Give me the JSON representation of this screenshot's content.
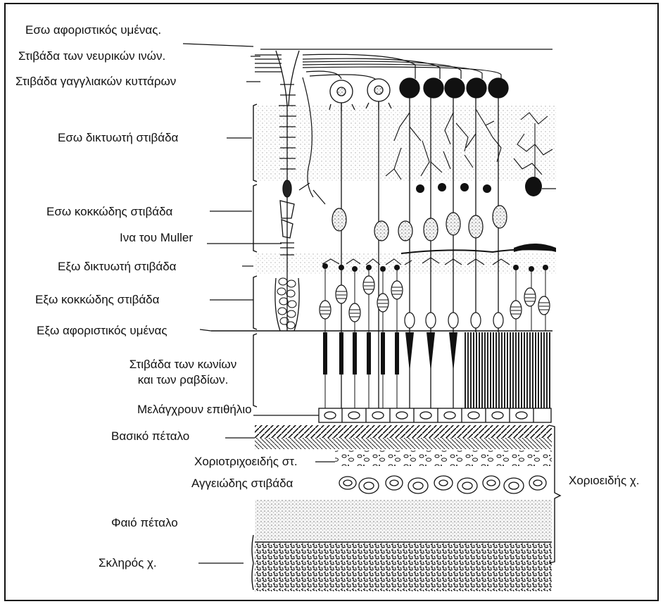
{
  "labels": {
    "inner_limiting_membrane": "Εσω αφοριστικός υμένας.",
    "nerve_fiber_layer": "Στιβάδα των νευρικών ινών.",
    "ganglion_cell_layer": "Στιβάδα γαγγλιακών κυττάρων",
    "inner_plexiform_layer": "Εσω δικτυωτή στιβάδα",
    "inner_nuclear_layer": "Εσω κοκκώδης στιβάδα",
    "muller_fiber": "Ινα του Muller",
    "outer_plexiform_layer": "Εξω δικτυωτή στιβάδα",
    "outer_nuclear_layer": "Εξω κοκκώδης στιβάδα",
    "outer_limiting_membrane": "Εξω αφοριστικός υμένας",
    "rods_cones_layer_line1": "Στιβάδα των κωνίων",
    "rods_cones_layer_line2": "και των ραβδίων.",
    "pigment_epithelium": "Μελάγχρουν επιθήλιο",
    "basal_lamina": "Βασικό πέταλο",
    "choriocapillaris": "Χοριοτριχοειδής στ.",
    "vascular_layer": "Αγγειώδης στιβάδα",
    "choroid": "Χοριοειδής χ.",
    "suprachoroid_lamina": "Φαιό πέταλο",
    "sclera": "Σκληρός χ."
  }
}
